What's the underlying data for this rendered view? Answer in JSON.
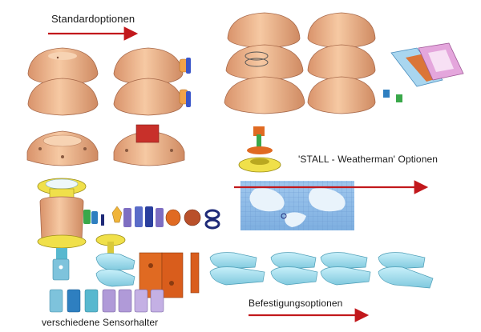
{
  "labels": {
    "standard": "Standardoptionen",
    "stall": "'STALL - Weatherman' Optionen",
    "mounting": "Befestigungsoptionen",
    "sensors": "verschiedene Sensorhalter"
  },
  "colors": {
    "body": "#f3c39c",
    "body_shade": "#d99d75",
    "body_dark": "#b9785a",
    "blue_fitting": "#3b56c9",
    "yellow": "#f0e04a",
    "yellow_dark": "#b9a820",
    "orange": "#e06a22",
    "red": "#c8302a",
    "light_blue": "#a9e3f2",
    "light_blue_dark": "#5fb2cc",
    "teal": "#58b8cf",
    "purple": "#b09ad8",
    "pink": "#e4a6dc",
    "green": "#3aa84a",
    "navy": "#1f2a78",
    "arrow": "#c2181c"
  }
}
